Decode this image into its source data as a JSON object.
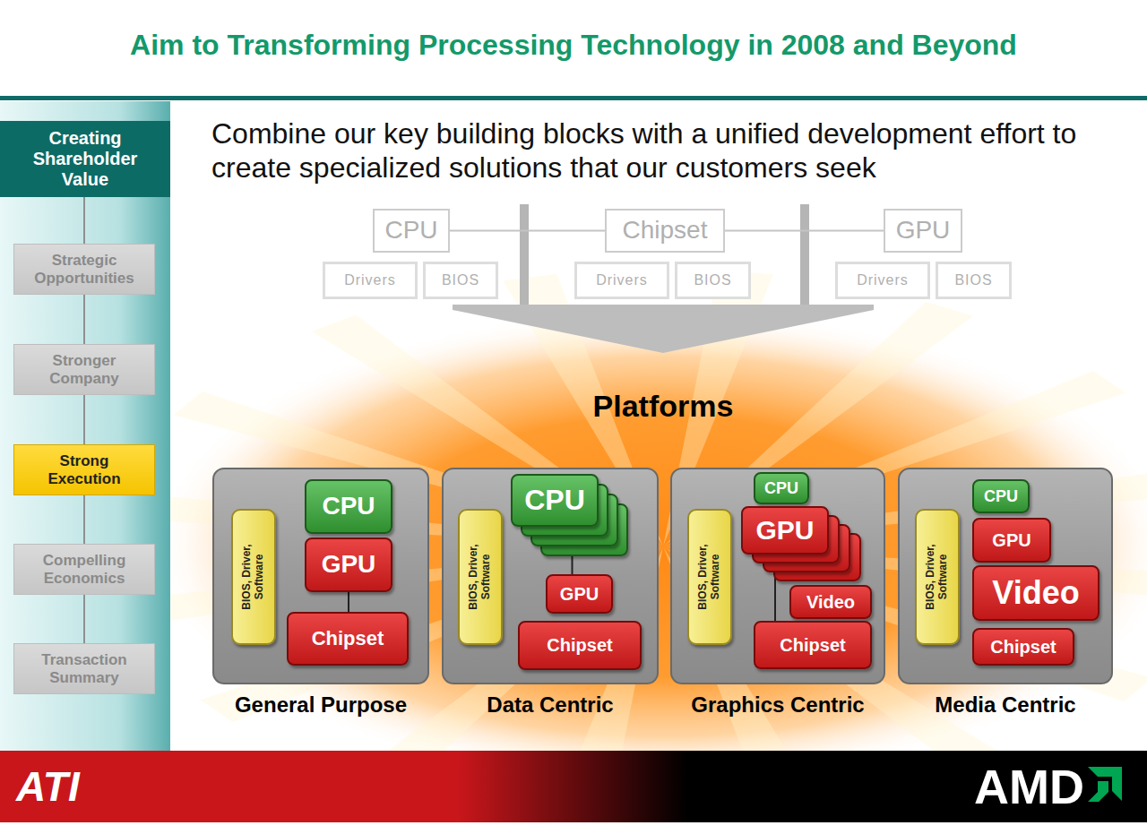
{
  "diagram": {
    "title": "Aim to Transforming Processing Technology in 2008 and Beyond",
    "nodes": [
      {
        "text": [
          "Creating Shareholder Value"
        ]
      },
      {
        "text": [
          "Strategic Opportunities"
        ]
      },
      {
        "text": [
          "Stronger Company"
        ]
      },
      {
        "text": [
          "Strong Execution"
        ]
      },
      {
        "text": [
          "Compelling Economics"
        ]
      },
      {
        "text": [
          "Transaction Summary"
        ]
      },
      {
        "text": [
          "CPU"
        ]
      },
      {
        "text": [
          "Drivers"
        ]
      },
      {
        "text": [
          "BIOS"
        ]
      },
      {
        "text": [
          "Chipset"
        ]
      },
      {
        "text": [
          "Drivers"
        ]
      },
      {
        "text": [
          "BIOS"
        ]
      },
      {
        "text": [
          "GPU"
        ]
      },
      {
        "text": [
          "Drivers"
        ]
      },
      {
        "text": [
          "BIOS"
        ]
      },
      {
        "text": [
          "General Purpose"
        ]
      },
      {
        "text": [
          "BIOS, Driver, Software"
        ],
        "in": 15
      },
      {
        "text": [
          "CPU"
        ],
        "in": 15
      },
      {
        "text": [
          "GPU"
        ],
        "in": 15
      },
      {
        "text": [
          "Chipset"
        ],
        "in": 15
      },
      {
        "text": [
          "Data Centric"
        ]
      },
      {
        "text": [
          "BIOS, Driver, Software"
        ],
        "in": 20
      },
      {
        "text": [
          "CPU"
        ],
        "in": 20
      },
      {
        "text": [
          "GPU"
        ],
        "in": 20
      },
      {
        "text": [
          "Chipset"
        ],
        "in": 20
      },
      {
        "text": [
          "Graphics Centric"
        ]
      },
      {
        "text": [
          "BIOS, Driver, Software"
        ],
        "in": 25
      },
      {
        "text": [
          "CPU"
        ],
        "in": 25
      },
      {
        "text": [
          "GPU"
        ],
        "in": 25
      },
      {
        "text": [
          "Video"
        ],
        "in": 25
      },
      {
        "text": [
          "Chipset"
        ],
        "in": 25
      },
      {
        "text": [
          "Media Centric"
        ]
      },
      {
        "text": [
          "BIOS, Driver, Software"
        ],
        "in": 31
      },
      {
        "text": [
          "CPU"
        ],
        "in": 31
      },
      {
        "text": [
          "GPU"
        ],
        "in": 31
      },
      {
        "text": [
          "Video"
        ],
        "in": 31
      },
      {
        "text": [
          "Chipset"
        ],
        "in": 31
      }
    ],
    "edges": [
      {
        "from": 0,
        "to": 1,
        "arrow": "none"
      },
      {
        "from": 1,
        "to": 2,
        "arrow": "none"
      },
      {
        "from": 2,
        "to": 3,
        "arrow": "none"
      },
      {
        "from": 3,
        "to": 4,
        "arrow": "none"
      },
      {
        "from": 4,
        "to": 5,
        "arrow": "none"
      },
      {
        "from": 6,
        "to": 9,
        "arrow": "none"
      },
      {
        "from": 9,
        "to": 12,
        "arrow": "none"
      },
      {
        "from": 18,
        "to": 19,
        "arrow": "none"
      },
      {
        "from": 22,
        "to": 23,
        "arrow": "none"
      },
      {
        "from": 28,
        "to": 30,
        "arrow": "none"
      }
    ],
    "labels": [
      "Combine our key building blocks with a unified development effort to create specialized solutions that our customers seek",
      "Platforms",
      "ATI",
      "AMD"
    ]
  }
}
